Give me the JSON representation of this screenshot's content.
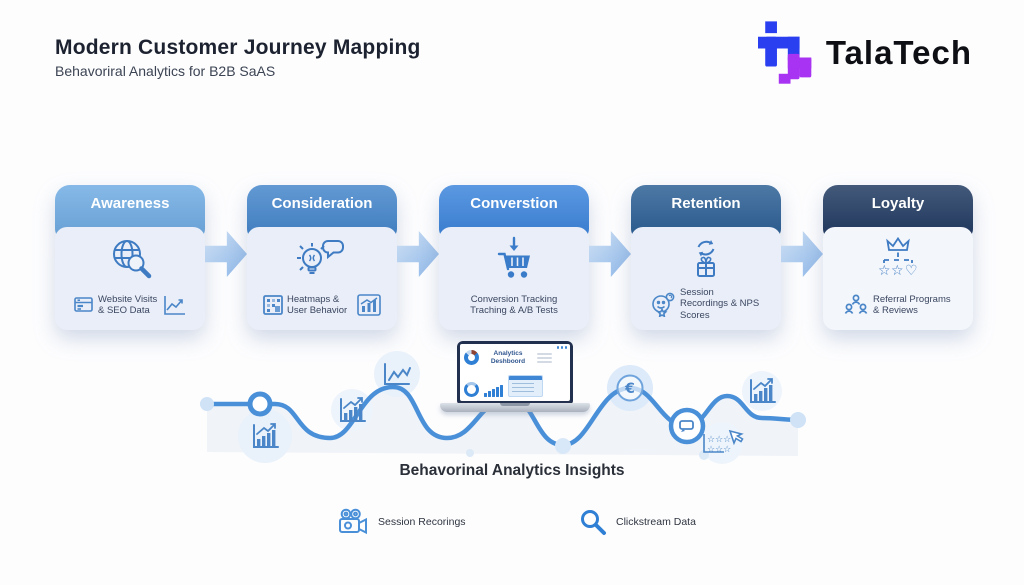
{
  "header": {
    "title": "Modern Customer Journey Mapping",
    "subtitle": "Behavoriral Analytics for B2B SaAS"
  },
  "logo": {
    "text": "TalaTech"
  },
  "colors": {
    "wave_blue": "#4a90d9",
    "icon_blue": "#3e7bc2",
    "logo_blue": "#2a3ff0",
    "logo_purple": "#a833f2",
    "arrow_light": "#cfe0f4",
    "arrow_dark": "#8db7e8",
    "body_bg": "#e9eef8"
  },
  "stages": [
    {
      "label": "Awareness",
      "header_color": "#6face3",
      "caption": "Website Visits & SEO Data"
    },
    {
      "label": "Consideration",
      "header_color": "#4486cb",
      "caption": "Heatmaps & User Behavior"
    },
    {
      "label": "Converstion",
      "header_color": "#3c85dc",
      "caption": "Conversion Tracking Traching & A/B Tests"
    },
    {
      "label": "Retention",
      "header_color": "#2b5f94",
      "caption": "Session Recordings & NPS Scores"
    },
    {
      "label": "Loyalty",
      "header_color": "#203a61",
      "caption": "Referral Programs & Reviews"
    }
  ],
  "laptop": {
    "screen_title": "Analytics Deshboord"
  },
  "insights": {
    "title": "Behavorinal Analytics Insights"
  },
  "legend": [
    {
      "icon": "video-camera-icon",
      "label": "Session Recorings"
    },
    {
      "icon": "magnifier-icon",
      "label": "Clickstream Data"
    }
  ]
}
